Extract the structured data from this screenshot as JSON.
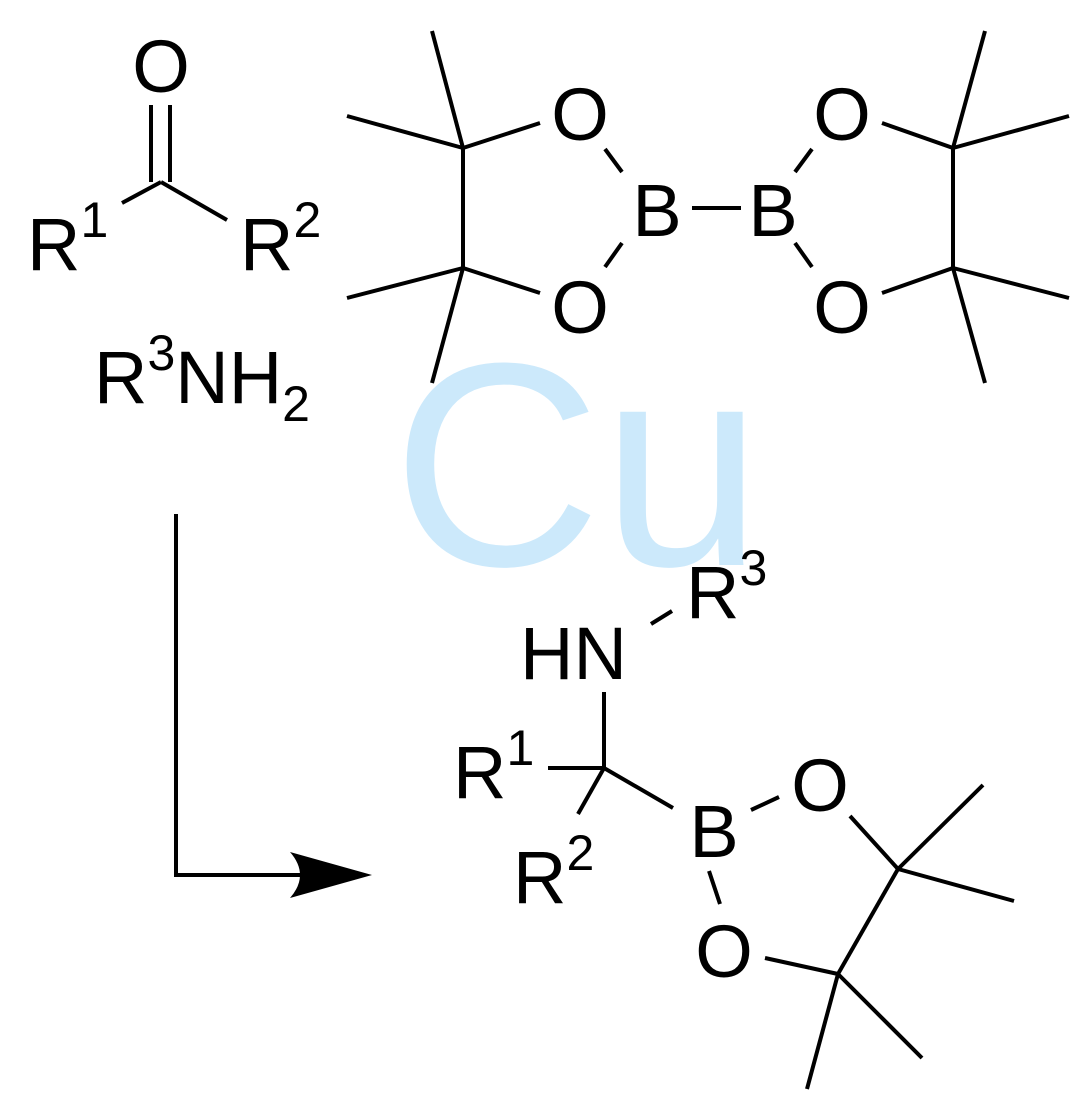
{
  "catalyst": {
    "label": "Cu",
    "color": "#cce9fb"
  },
  "ketone": {
    "oxygen": "O",
    "r1": "R",
    "r1_sup": "1",
    "r2": "R",
    "r2_sup": "2"
  },
  "amine": {
    "r": "R",
    "r_sup": "3",
    "nh": "NH",
    "sub": "2"
  },
  "diboron": {
    "boron": "B",
    "oxygen": "O"
  },
  "product": {
    "hn": "HN",
    "r3": "R",
    "r3_sup": "3",
    "r1": "R",
    "r1_sup": "1",
    "r2": "R",
    "r2_sup": "2",
    "boron": "B",
    "oxygen": "O"
  }
}
